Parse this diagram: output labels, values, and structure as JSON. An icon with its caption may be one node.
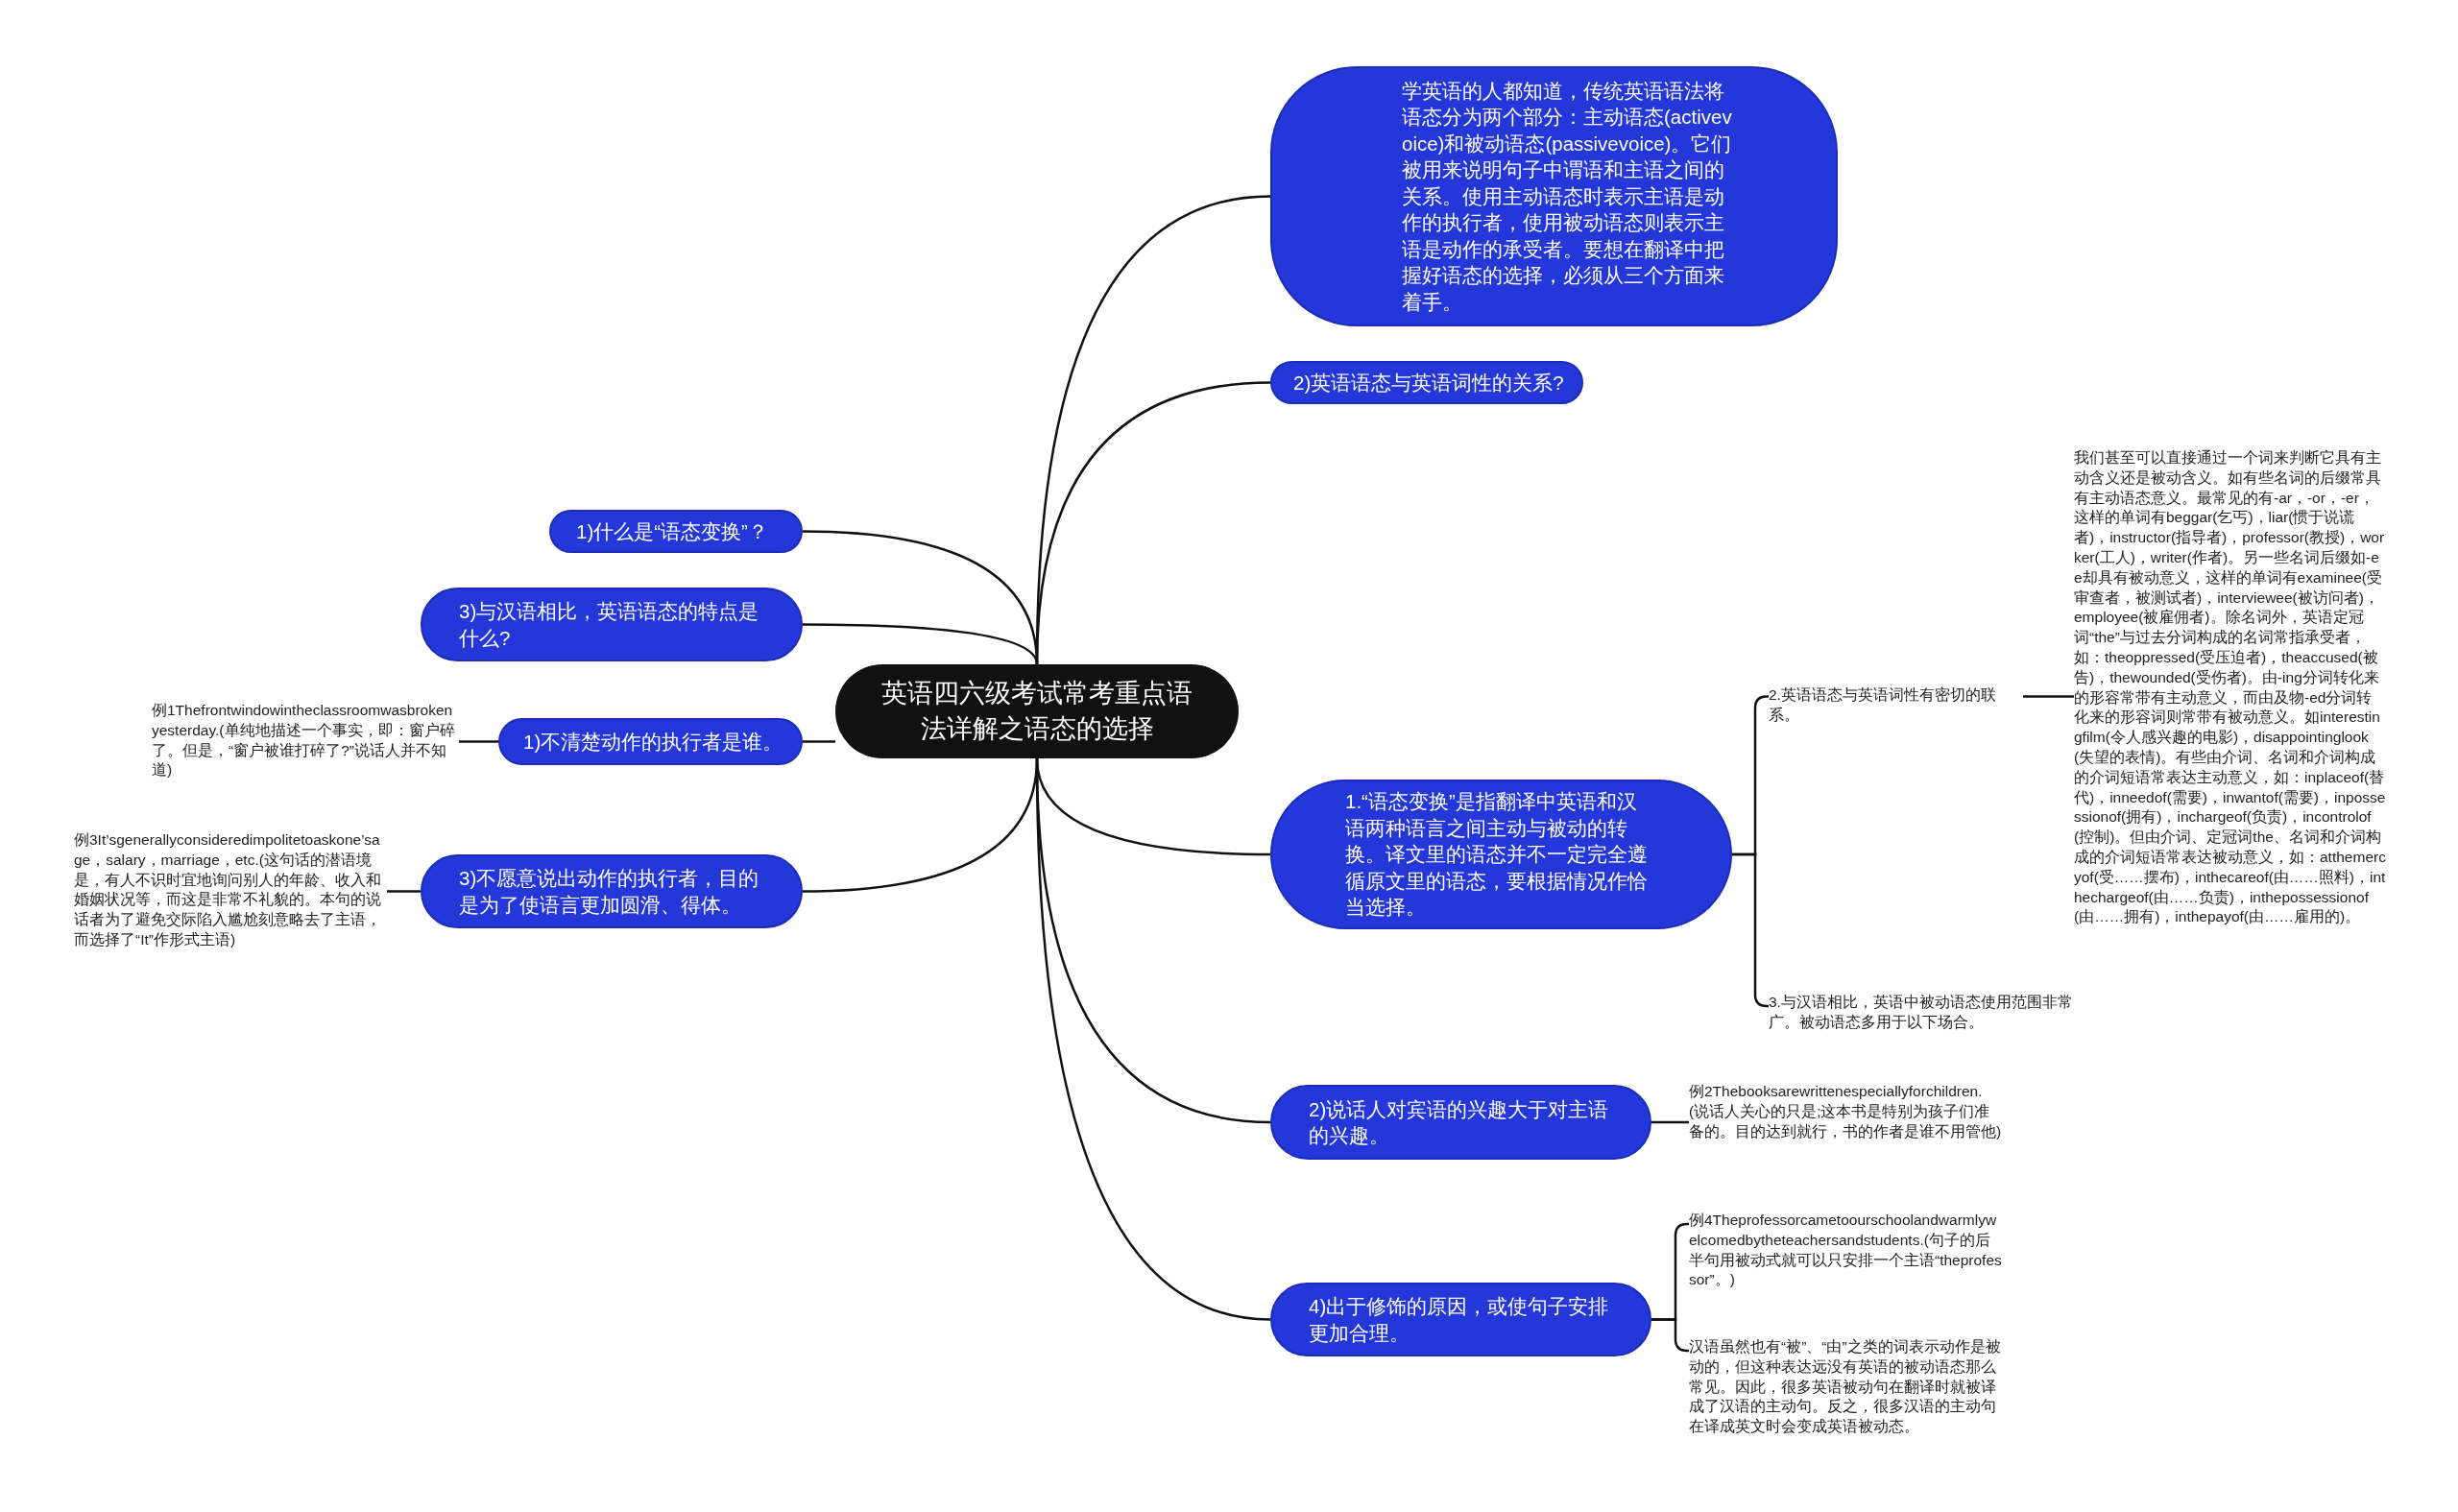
{
  "diagram": {
    "nodes": [
      {
        "text": [
          "英语四六级考试常考重点语法详解之语态的选择"
        ]
      },
      {
        "text": [
          "学英语的人都知道，传统英语语法将语态分为两个部分：主动语态(activevoice)和被动语态(passivevoice)。它们被用来说明句子中谓语和主语之间的关系。使用主动语态时表示主语是动作的执行者，使用被动语态则表示主语是动作的承受者。要想在翻译中把握好语态的选择，必须从三个方面来着手。"
        ]
      },
      {
        "text": [
          "2)英语语态与英语词性的关系?"
        ]
      },
      {
        "text": [
          "1)什么是“语态变换”？"
        ]
      },
      {
        "text": [
          "3)与汉语相比，英语语态的特点是什么?"
        ]
      },
      {
        "text": [
          "1)不清楚动作的执行者是谁。"
        ]
      },
      {
        "text": [
          "例1Thefrontwindowintheclassroomwasbrokenyesterday.(单纯地描述一个事实，即：窗户碎了。但是，“窗户被谁打碎了?”说话人并不知道)"
        ]
      },
      {
        "text": [
          "3)不愿意说出动作的执行者，目的是为了使语言更加圆滑、得体。"
        ]
      },
      {
        "text": [
          "例3It’sgenerallyconsideredimpolitetoaskone’sage，salary，marriage，etc.(这句话的潜语境是，有人不识时宜地询问别人的年龄、收入和婚姻状况等，而这是非常不礼貌的。本句的说话者为了避免交际陷入尴尬刻意略去了主语，而选择了“It”作形式主语)"
        ]
      },
      {
        "text": [
          "1.“语态变换”是指翻译中英语和汉语两种语言之间主动与被动的转换。译文里的语态并不一定完全遵循原文里的语态，要根据情况作恰当选择。"
        ]
      },
      {
        "text": [
          "2.英语语态与英语词性有密切的联系。"
        ]
      },
      {
        "text": [
          "我们甚至可以直接通过一个词来判断它具有主动含义还是被动含义。如有些名词的后缀常具有主动语态意义。最常见的有-ar，-or，-er，这样的单词有beggar(乞丐)，liar(惯于说谎者)，instructor(指导者)，professor(教授)，worker(工人)，writer(作者)。另一些名词后缀如-ee却具有被动意义，这样的单词有examinee(受审查者，被测试者)，interviewee(被访问者)，employee(被雇佣者)。除名词外，英语定冠词“the”与过去分词构成的名词常指承受者，如：theoppressed(受压迫者)，theaccused(被告)，thewounded(受伤者)。由-ing分词转化来的形容常带有主动意义，而由及物-ed分词转化来的形容词则常带有被动意义。如interestingfilm(令人感兴趣的电影)，disappointinglook(失望的表情)。有些由介词、名词和介词构成的介词短语常表达主动意义，如：inplaceof(替代)，inneedof(需要)，inwantof(需要)，inpossessionof(拥有)，inchargeof(负责)，incontrolof(控制)。但由介词、定冠词the、名词和介词构成的介词短语常表达被动意义，如：atthemercyof(受……摆布)，inthecareof(由……照料)，inthechargeof(由……负责)，inthepossessionof(由……拥有)，inthepayof(由……雇用的)。"
        ]
      },
      {
        "text": [
          "3.与汉语相比，英语中被动语态使用范围非常广。被动语态多用于以下场合。"
        ]
      },
      {
        "text": [
          "2)说话人对宾语的兴趣大于对主语的兴趣。"
        ]
      },
      {
        "text": [
          "例2Thebooksarewrittenespeciallyforchildren.(说话人关心的只是;这本书是特别为孩子们准备的。目的达到就行，书的作者是谁不用管他)"
        ]
      },
      {
        "text": [
          "4)出于修饰的原因，或使句子安排更加合理。"
        ]
      },
      {
        "text": [
          "例4Theprofessorcametoourschoolandwarmlywelcomedbytheteachersandstudents.(句子的后半句用被动式就可以只安排一个主语“theprofessor”。)"
        ]
      },
      {
        "text": [
          "汉语虽然也有“被”、“由”之类的词表示动作是被动的，但这种表达远没有英语的被动语态那么常见。因此，很多英语被动句在翻译时就被译成了汉语的主动句。反之，很多汉语的主动句在译成英文时会变成英语被动态。"
        ]
      }
    ],
    "edges": [
      {
        "from": 0,
        "to": 1,
        "arrow": "none"
      },
      {
        "from": 0,
        "to": 2,
        "arrow": "none"
      },
      {
        "from": 0,
        "to": 3,
        "arrow": "none"
      },
      {
        "from": 0,
        "to": 4,
        "arrow": "none"
      },
      {
        "from": 0,
        "to": 5,
        "arrow": "none"
      },
      {
        "from": 5,
        "to": 6,
        "arrow": "none"
      },
      {
        "from": 0,
        "to": 7,
        "arrow": "none"
      },
      {
        "from": 7,
        "to": 8,
        "arrow": "none"
      },
      {
        "from": 0,
        "to": 9,
        "arrow": "none"
      },
      {
        "from": 9,
        "to": 10,
        "arrow": "none"
      },
      {
        "from": 10,
        "to": 11,
        "arrow": "none"
      },
      {
        "from": 9,
        "to": 12,
        "arrow": "none"
      },
      {
        "from": 0,
        "to": 13,
        "arrow": "none"
      },
      {
        "from": 13,
        "to": 14,
        "arrow": "none"
      },
      {
        "from": 0,
        "to": 15,
        "arrow": "none"
      },
      {
        "from": 15,
        "to": 16,
        "arrow": "none"
      },
      {
        "from": 15,
        "to": 17,
        "arrow": "none"
      }
    ]
  }
}
